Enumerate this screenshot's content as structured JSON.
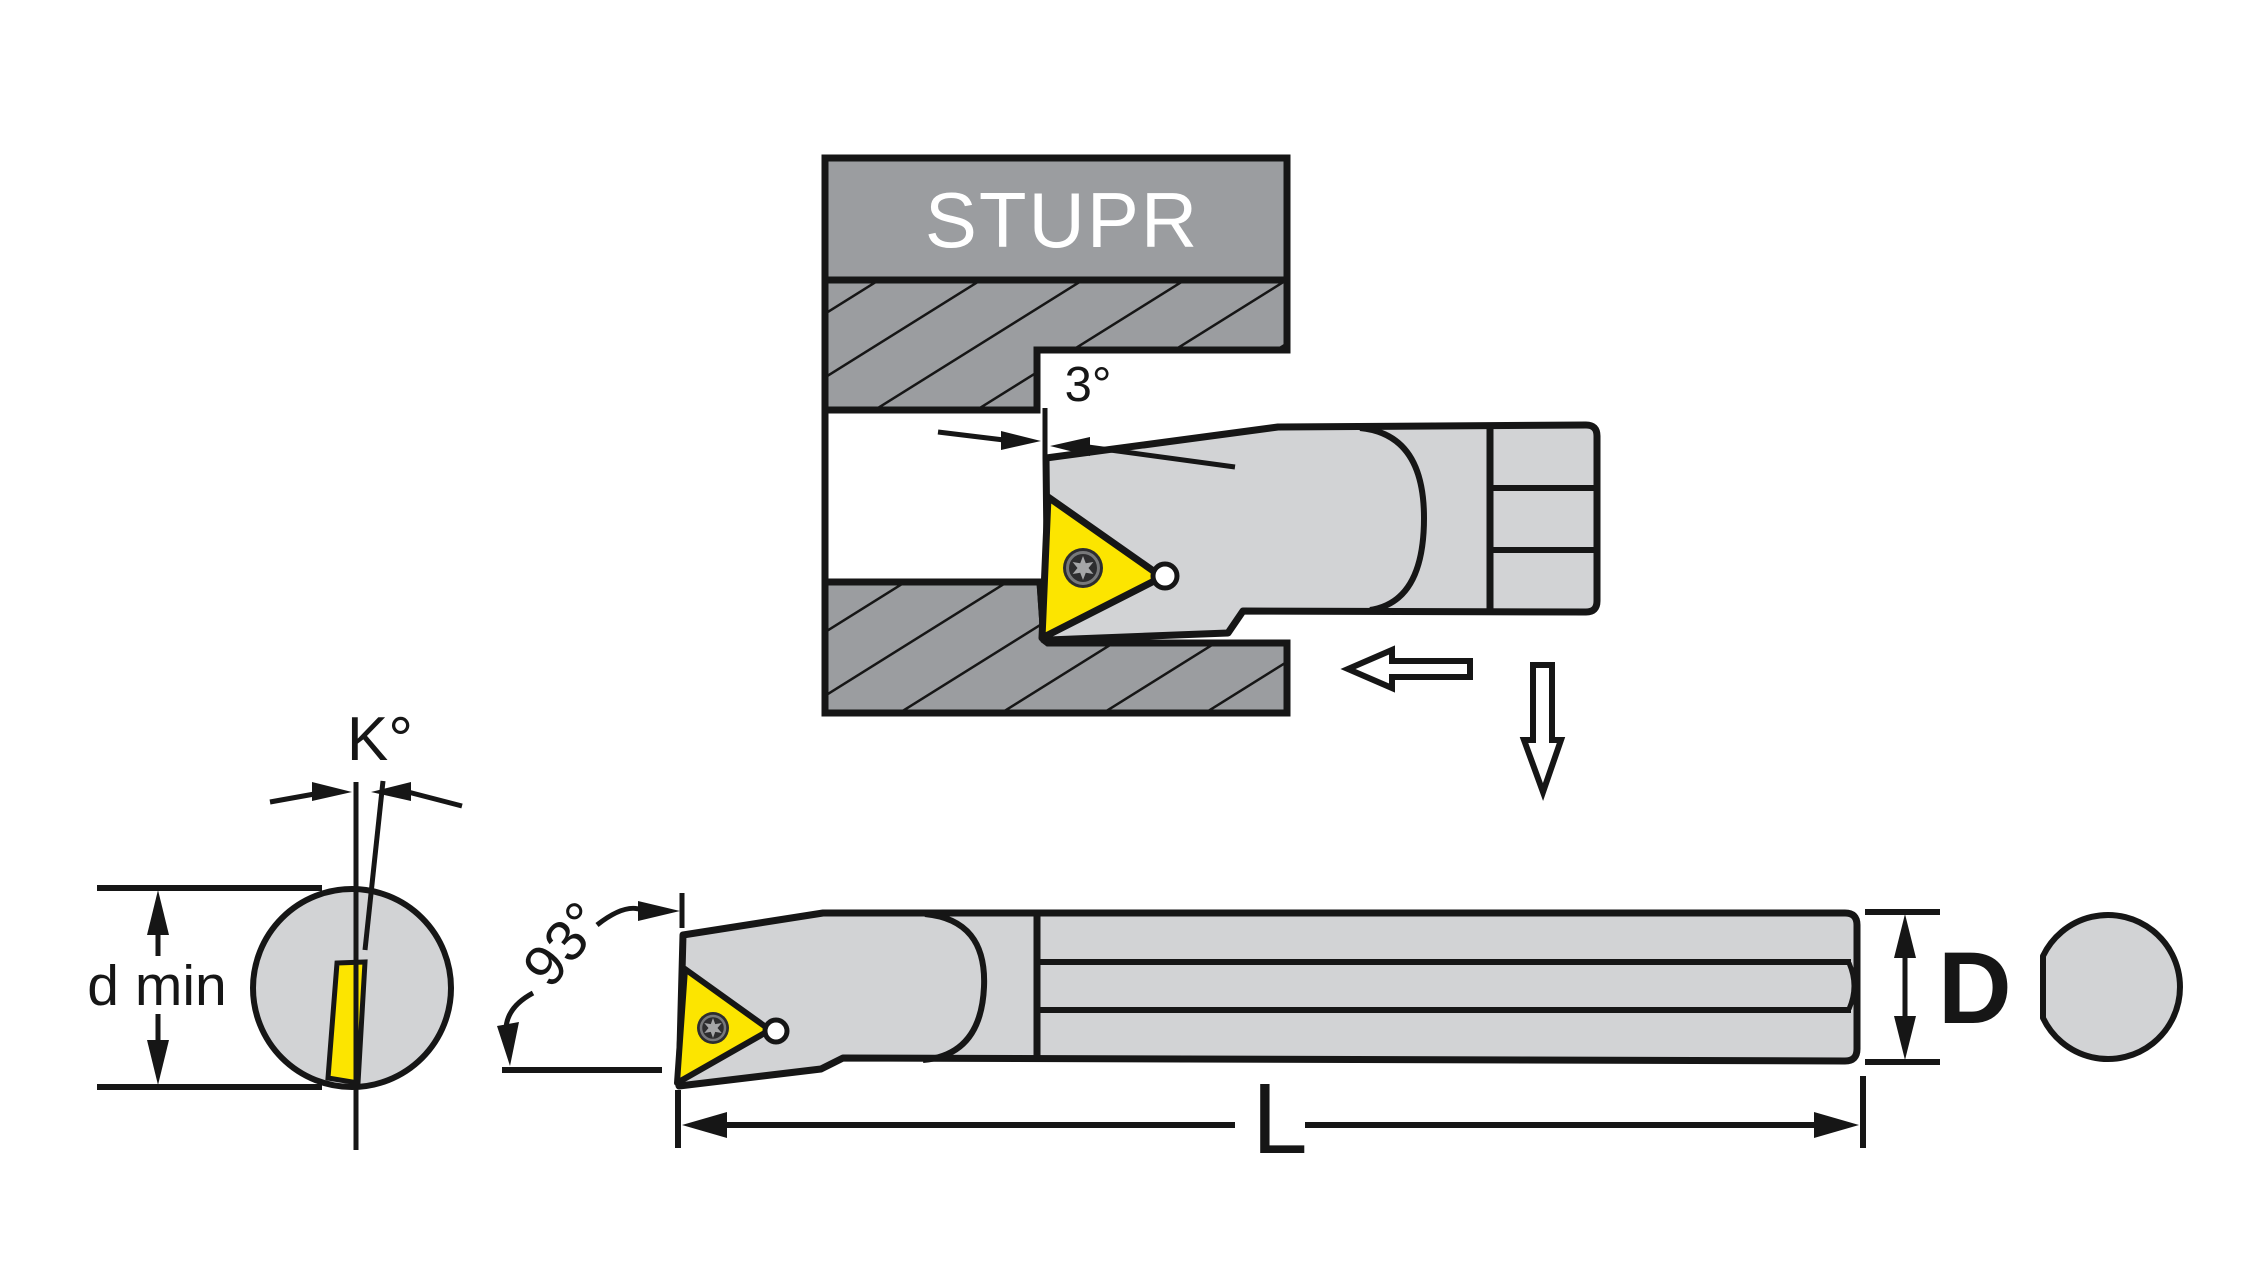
{
  "diagram": {
    "workpiece_label": "STUPR",
    "clearance_angle": "3°",
    "point_angle": "K°",
    "min_bore_diameter": "d min",
    "entering_angle": "93°",
    "bar_length": "L",
    "bar_diameter": "D"
  },
  "colors": {
    "background": "#FFFFFF",
    "workpiece_gray": "#9B9DA0",
    "bar_gray": "#D2D3D5",
    "insert_yellow": "#FCE500",
    "screw_dark": "#2D2D2F",
    "screw_star": "#A5A6A8",
    "line_black": "#161616",
    "label_white": "#FFFFFF"
  },
  "icons": [
    "feed-direction-left-arrow",
    "infeed-down-arrow",
    "torx-screw-icon",
    "insert-notch-icon",
    "dimension-arrowheads"
  ]
}
